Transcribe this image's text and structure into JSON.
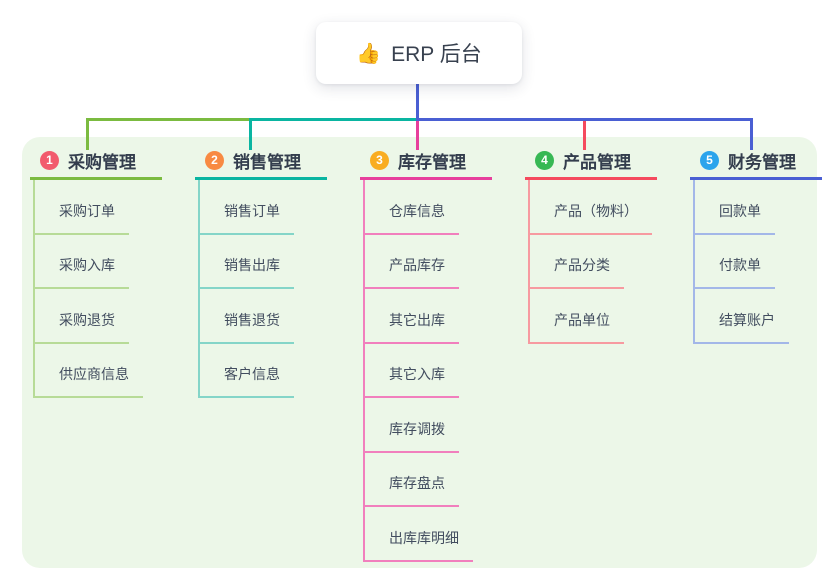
{
  "root": {
    "icon": "👍",
    "label": "ERP 后台"
  },
  "colors": {
    "panel_bg": "#ecf7e8",
    "root_stem": "#4a5fd3",
    "root_text": "#38414f",
    "child_text": "#424d5f"
  },
  "branches": [
    {
      "badge": "1",
      "title": "采购管理",
      "badge_color": "#f25b6d",
      "line_color": "#7bbb40",
      "child_line_color": "#b7db97",
      "children": [
        "采购订单",
        "采购入库",
        "采购退货",
        "供应商信息"
      ]
    },
    {
      "badge": "2",
      "title": "销售管理",
      "badge_color": "#f88a42",
      "line_color": "#0ab5a1",
      "child_line_color": "#84d5c8",
      "children": [
        "销售订单",
        "销售出库",
        "销售退货",
        "客户信息"
      ]
    },
    {
      "badge": "3",
      "title": "库存管理",
      "badge_color": "#f9ad21",
      "line_color": "#e73f9c",
      "child_line_color": "#f17fbd",
      "children": [
        "仓库信息",
        "产品库存",
        "其它出库",
        "其它入库",
        "库存调拨",
        "库存盘点",
        "出库库明细"
      ]
    },
    {
      "badge": "4",
      "title": "产品管理",
      "badge_color": "#37b854",
      "line_color": "#f54a5e",
      "child_line_color": "#f79aa0",
      "children": [
        "产品（物料）",
        "产品分类",
        "产品单位"
      ]
    },
    {
      "badge": "5",
      "title": "财务管理",
      "badge_color": "#2ba4ec",
      "line_color": "#4a5fd3",
      "child_line_color": "#a3b7e8",
      "children": [
        "回款单",
        "付款单",
        "结算账户"
      ]
    }
  ]
}
